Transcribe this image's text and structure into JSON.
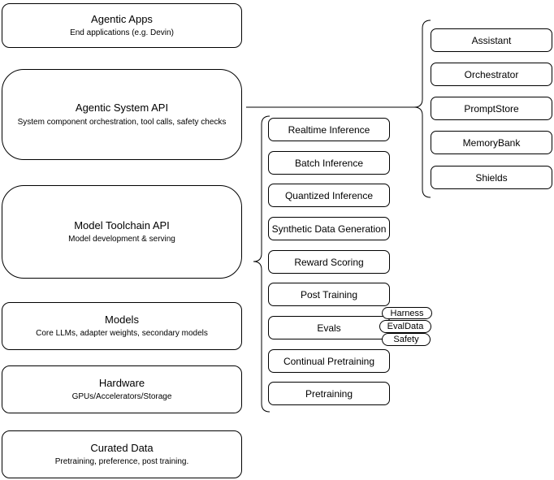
{
  "diagram": {
    "left_stack": [
      {
        "title": "Agentic Apps",
        "subtitle": "End applications (e.g. Devin)"
      },
      {
        "title": "Agentic System API",
        "subtitle": "System component orchestration, tool calls, safety checks"
      },
      {
        "title": "Model Toolchain API",
        "subtitle": "Model development & serving"
      },
      {
        "title": "Models",
        "subtitle": "Core LLMs, adapter weights, secondary models"
      },
      {
        "title": "Hardware",
        "subtitle": "GPUs/Accelerators/Storage"
      },
      {
        "title": "Curated Data",
        "subtitle": "Pretraining, preference, post training."
      }
    ],
    "toolchain_items": [
      "Realtime Inference",
      "Batch Inference",
      "Quantized Inference",
      "Synthetic Data Generation",
      "Reward Scoring",
      "Post Training",
      "Evals",
      "Continual Pretraining",
      "Pretraining"
    ],
    "eval_tags": [
      "Harness",
      "EvalData",
      "Safety"
    ],
    "system_components": [
      "Assistant",
      "Orchestrator",
      "PromptStore",
      "MemoryBank",
      "Shields"
    ],
    "colors": {
      "stroke": "#000000",
      "fill": "#ffffff",
      "text": "#000000",
      "background": "#ffffff"
    }
  }
}
